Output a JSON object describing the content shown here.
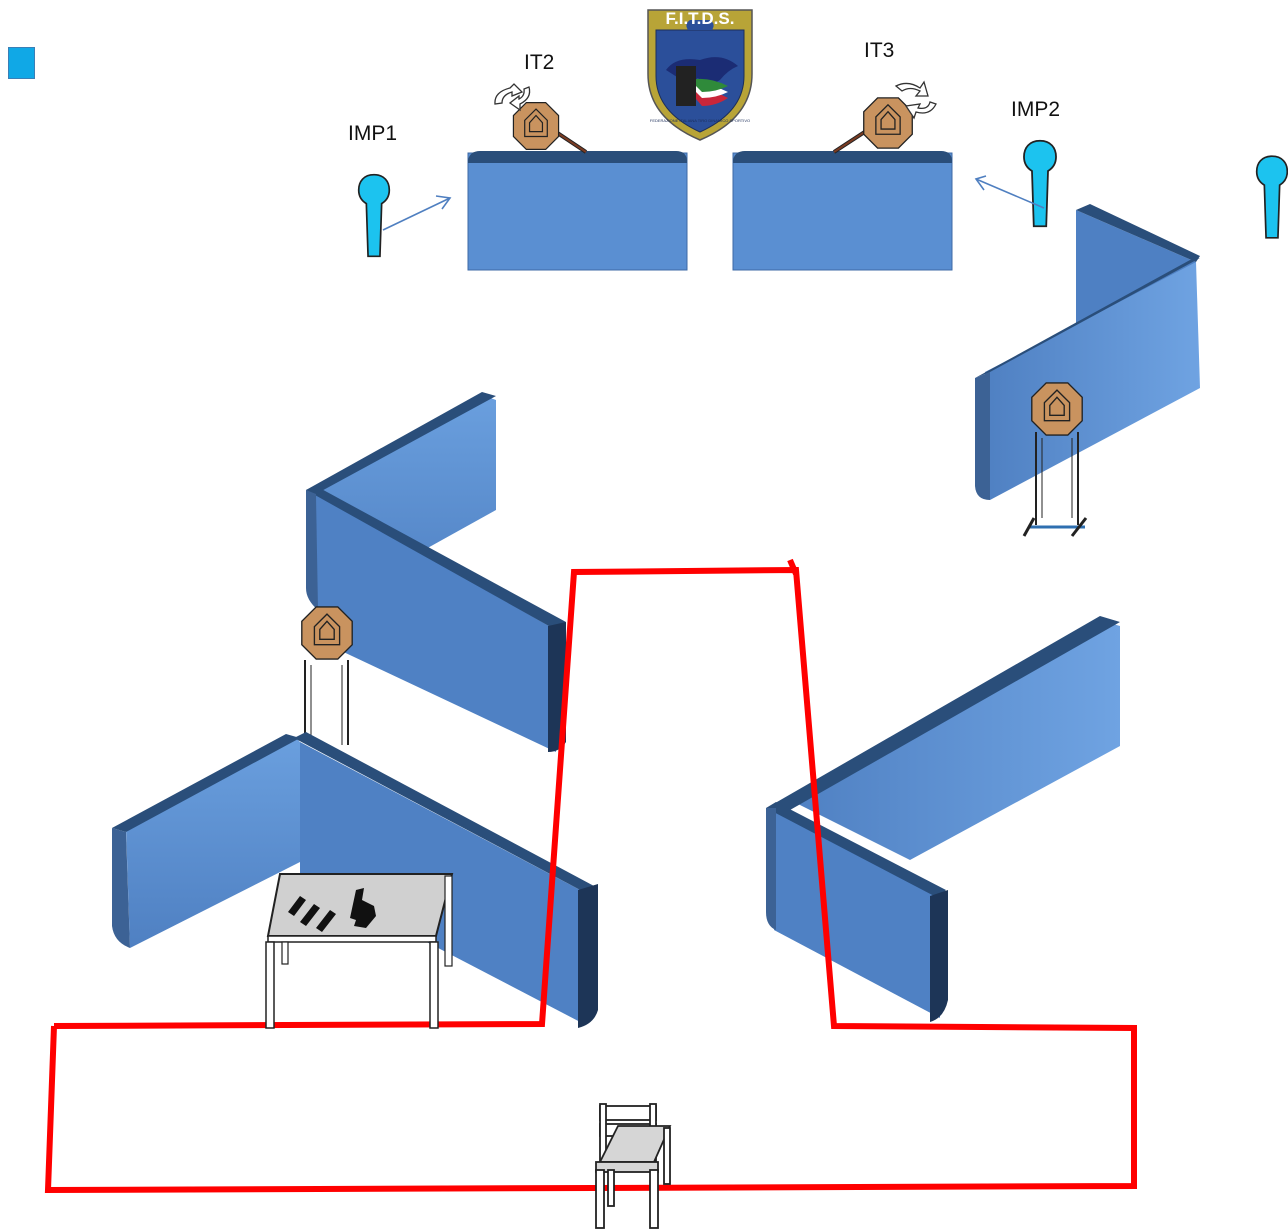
{
  "logo": {
    "title_text": "F.I.T.D.S.",
    "ring_text": "FEDERAZIONE ITALIANA TIRO DINAMICO SPORTIVO"
  },
  "labels": {
    "it2": "IT2",
    "it3": "IT3",
    "imp1": "IMP1",
    "imp2": "IMP2"
  },
  "colors": {
    "wall_face": "#5b8fd2",
    "wall_top": "#2a4e7a",
    "target": "#c9935f",
    "popper": "#1cc3ef",
    "fault_line": "#ff0000",
    "legend": "#10a8e6"
  },
  "icons": [
    "popper-icon",
    "steel-target-icon",
    "swinger-arrow-icon",
    "table-icon",
    "pistol-icon",
    "magazine-icon",
    "chair-icon"
  ]
}
